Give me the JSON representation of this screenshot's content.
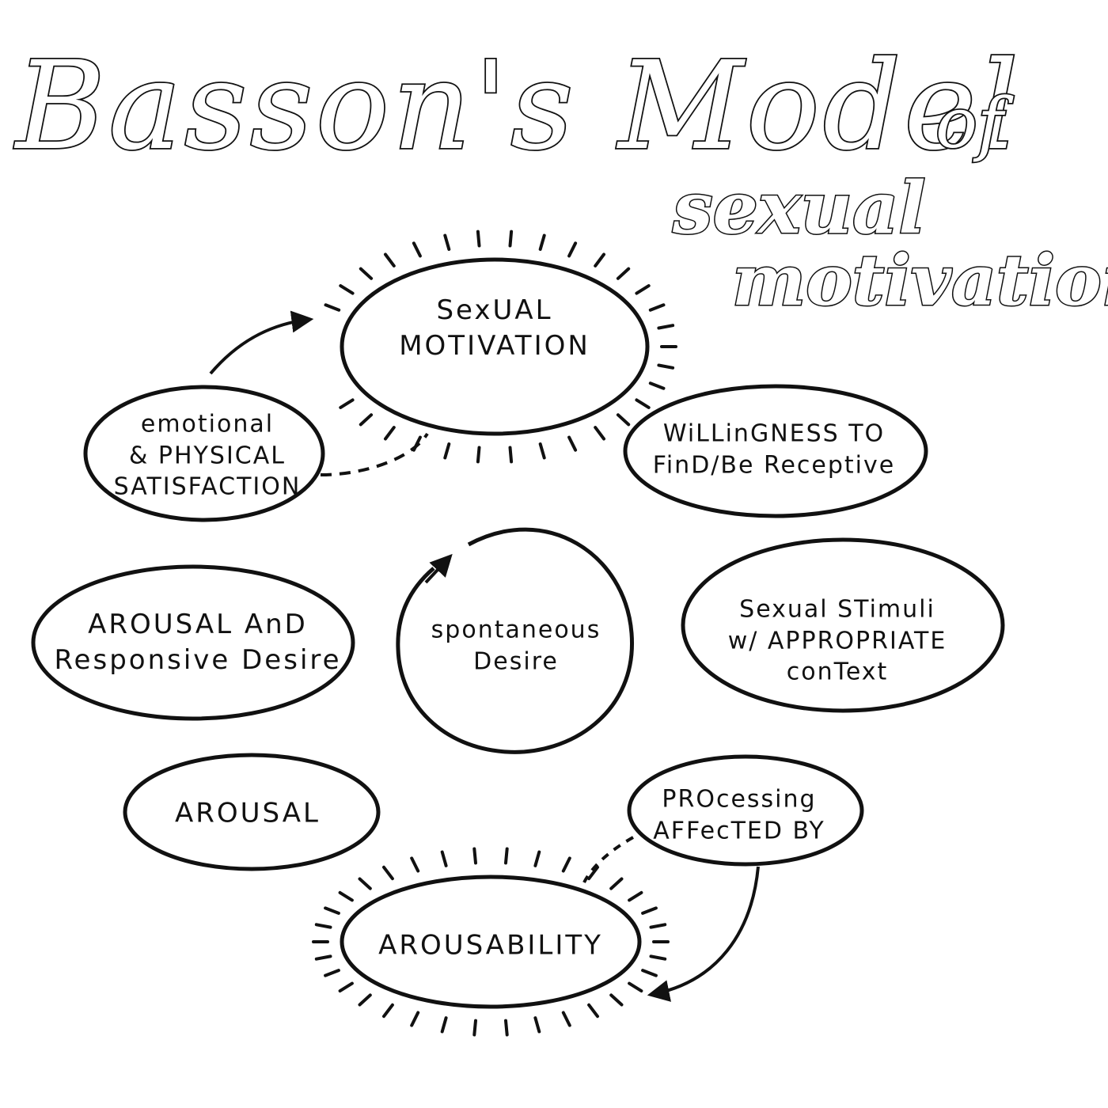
{
  "title": {
    "main": "Basson's Model",
    "of": "of",
    "line2": "sexual",
    "line3": "motivation"
  },
  "nodes": {
    "sexual_motivation": "SexUAL\nMOTIVATION",
    "emotional_satisfaction": "emotional\n& PHYSICAL\nSATISFACTION",
    "willingness": "WiLLinGNESS TO\nFinD/Be Receptive",
    "arousal_responsive": "AROUSAL AnD\nResponsive Desire",
    "spontaneous_desire": "spontaneous\nDesire",
    "sexual_stimuli": "Sexual STimuli\nw/ APPROPRIATE\nconText",
    "arousal": "AROUSAL",
    "processing": "PROcessing\nAFFecTED BY",
    "arousability": "AROUSABILITY"
  },
  "colors": {
    "ink": "#111111",
    "background": "#ffffff"
  }
}
